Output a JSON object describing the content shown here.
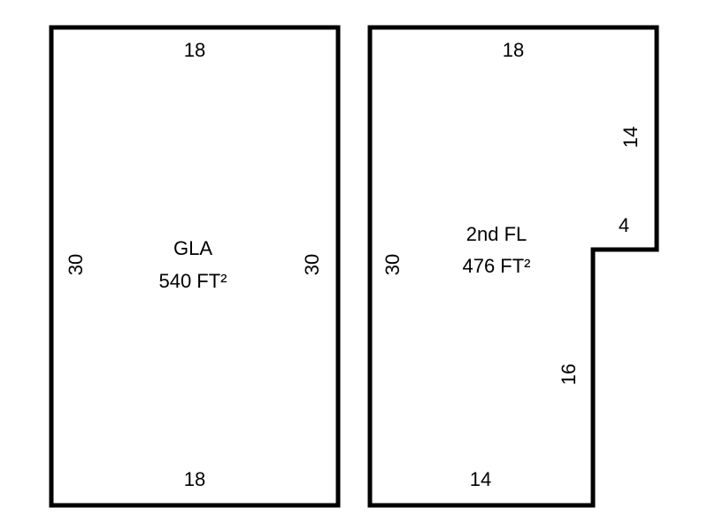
{
  "colors": {
    "line": "#000000",
    "background": "#ffffff"
  },
  "plans": [
    {
      "name": "GLA",
      "area": "540 FT²",
      "dimensions": {
        "top": "18",
        "bottom": "18",
        "left": "30",
        "right": "30"
      }
    },
    {
      "name": "2nd FL",
      "area": "476 FT²",
      "dimensions": {
        "top": "18",
        "right_upper": "14",
        "notch_width": "4",
        "left": "30",
        "right_lower": "16",
        "bottom": "14"
      }
    }
  ]
}
